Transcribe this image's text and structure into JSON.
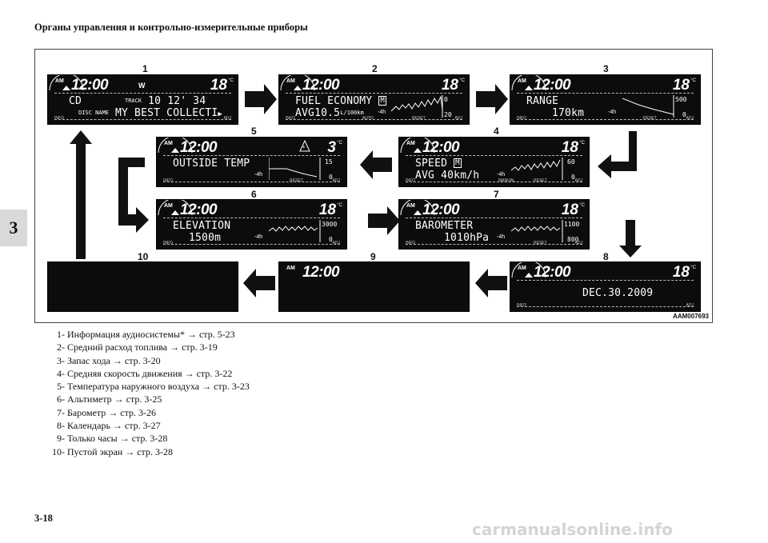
{
  "header": "Органы управления и контрольно-измерительные приборы",
  "chapter": "3",
  "page_number": "3-18",
  "figure_code": "AAM007693",
  "watermark": "carmanualsonline.info",
  "display": {
    "am": "AM",
    "clock": "12:00",
    "temp": "18",
    "temp_outside": "3",
    "unit": "°C",
    "compass_letter": "W",
    "hour_marker": "-4h",
    "bar_info": "INFO",
    "bar_adj": "ADJ",
    "bar_reset": "RESET",
    "bar_auto": "AUTO",
    "bar_manual": "MANUAL"
  },
  "screens": {
    "s1": {
      "number": "1",
      "line1": "CD",
      "track_label": "TRACK",
      "track_value": "10  12' 34",
      "disc_label": "DISC NAME",
      "disc_value": "MY BEST COLLECTI"
    },
    "s2": {
      "number": "2",
      "line1": "FUEL ECONOMY",
      "badge": "M",
      "avg_label": "AVG",
      "avg_value": "10.5",
      "avg_unit": "L/100km",
      "top": "0",
      "bottom": "20"
    },
    "s3": {
      "number": "3",
      "line1": "RANGE",
      "value": "170km",
      "top": "500",
      "bottom": "0"
    },
    "s4": {
      "number": "4",
      "line1": "SPEED",
      "badge": "M",
      "avg_label": "AVG",
      "avg_value": "40km/h",
      "top": "60",
      "bottom": "0"
    },
    "s5": {
      "number": "5",
      "line1": "OUTSIDE TEMP",
      "top": "15",
      "bottom": "0"
    },
    "s6": {
      "number": "6",
      "line1": "ELEVATION",
      "value": "1500m",
      "top": "3000",
      "bottom": "0"
    },
    "s7": {
      "number": "7",
      "line1": "BAROMETER",
      "value": "1010hPa",
      "top": "1100",
      "bottom": "800"
    },
    "s8": {
      "number": "8",
      "date": "DEC.30.2009"
    },
    "s9": {
      "number": "9"
    },
    "s10": {
      "number": "10"
    }
  },
  "legend": [
    {
      "n": "1-",
      "text": "Информация аудиосистемы* → стр. 5-23"
    },
    {
      "n": "2-",
      "text": "Средний расход топлива → стр. 3-19"
    },
    {
      "n": "3-",
      "text": "Запас хода → стр. 3-20"
    },
    {
      "n": "4-",
      "text": "Средняя скорость движения → стр. 3-22"
    },
    {
      "n": "5-",
      "text": "Температура наружного воздуха → стр. 3-23"
    },
    {
      "n": "6-",
      "text": "Альтиметр → стр. 3-25"
    },
    {
      "n": "7-",
      "text": "Барометр → стр. 3-26"
    },
    {
      "n": "8-",
      "text": "Календарь → стр. 3-27"
    },
    {
      "n": "9-",
      "text": "Только часы → стр. 3-28"
    },
    {
      "n": "10-",
      "text": "Пустой экран → стр. 3-28"
    }
  ]
}
